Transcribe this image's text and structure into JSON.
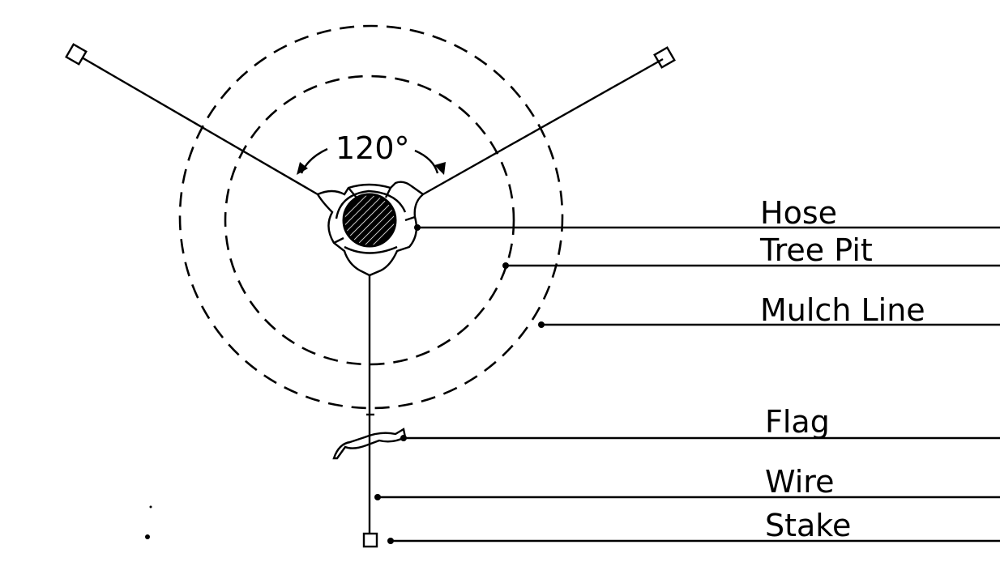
{
  "angle_label": "120°",
  "callouts": [
    {
      "id": "hose",
      "label": "Hose"
    },
    {
      "id": "tree-pit",
      "label": "Tree Pit"
    },
    {
      "id": "mulch-line",
      "label": "Mulch Line"
    },
    {
      "id": "flag",
      "label": "Flag"
    },
    {
      "id": "wire",
      "label": "Wire"
    },
    {
      "id": "stake",
      "label": "Stake"
    }
  ]
}
